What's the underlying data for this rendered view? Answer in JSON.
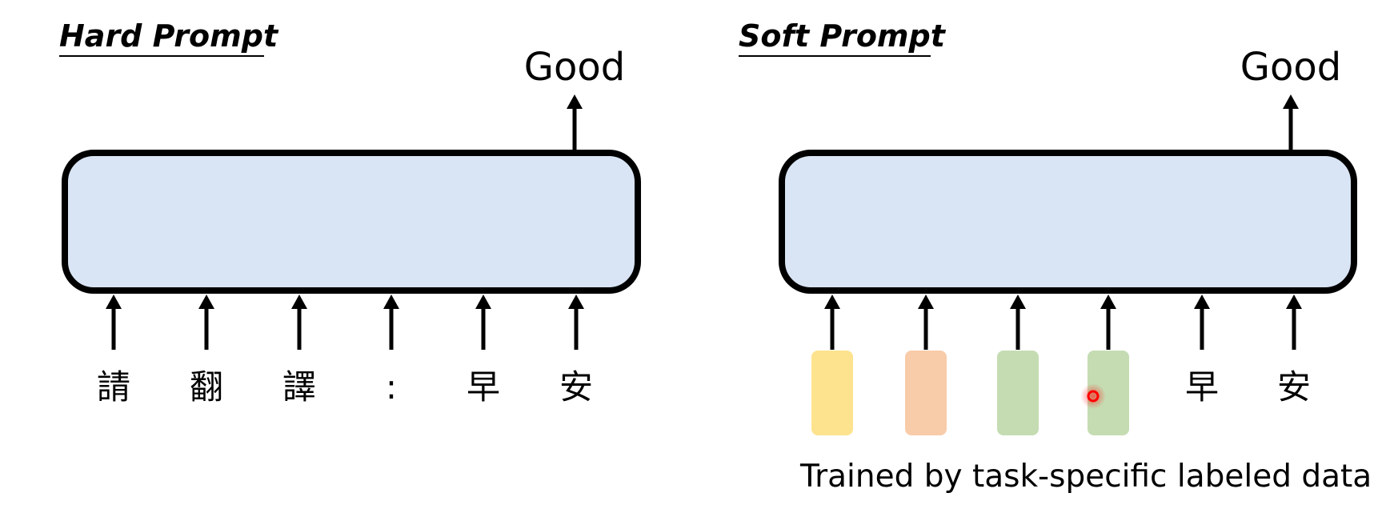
{
  "hard_prompt": {
    "title": "Hard Prompt",
    "output": "Good",
    "tokens": [
      "請",
      "翻",
      "譯",
      ":",
      "早",
      "安"
    ]
  },
  "soft_prompt": {
    "title": "Soft Prompt",
    "output": "Good",
    "soft_tokens": [
      {
        "color": "#fde38e"
      },
      {
        "color": "#f8cba9"
      },
      {
        "color": "#c5dcb3"
      },
      {
        "color": "#c5dcb3"
      }
    ],
    "tokens": [
      "早",
      "安"
    ],
    "caption": "Trained by task-specific labeled data"
  },
  "colors": {
    "model_fill": "#d9e4f4",
    "cursor": "#ff0000"
  }
}
